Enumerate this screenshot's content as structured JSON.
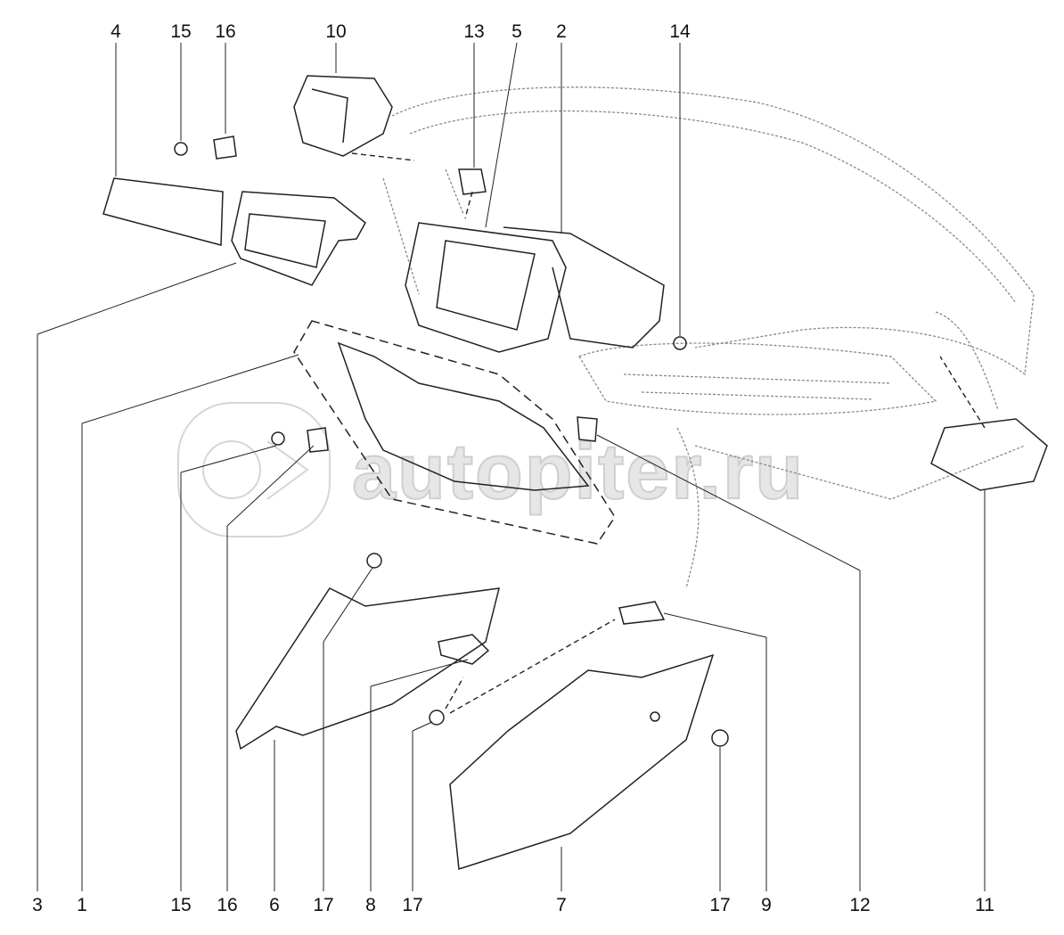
{
  "watermark": {
    "text": "autopiter.ru",
    "logo": "a>"
  },
  "callouts_top": [
    "4",
    "15",
    "16",
    "10",
    "13",
    "5",
    "2",
    "14"
  ],
  "callouts_bottom": [
    "3",
    "1",
    "15",
    "16",
    "6",
    "17",
    "8",
    "17",
    "7",
    "17",
    "9",
    "12",
    "11"
  ],
  "colors": {
    "line": "#222222",
    "ghost": "#8a8a8a",
    "watermark": "#e2e2e2"
  }
}
